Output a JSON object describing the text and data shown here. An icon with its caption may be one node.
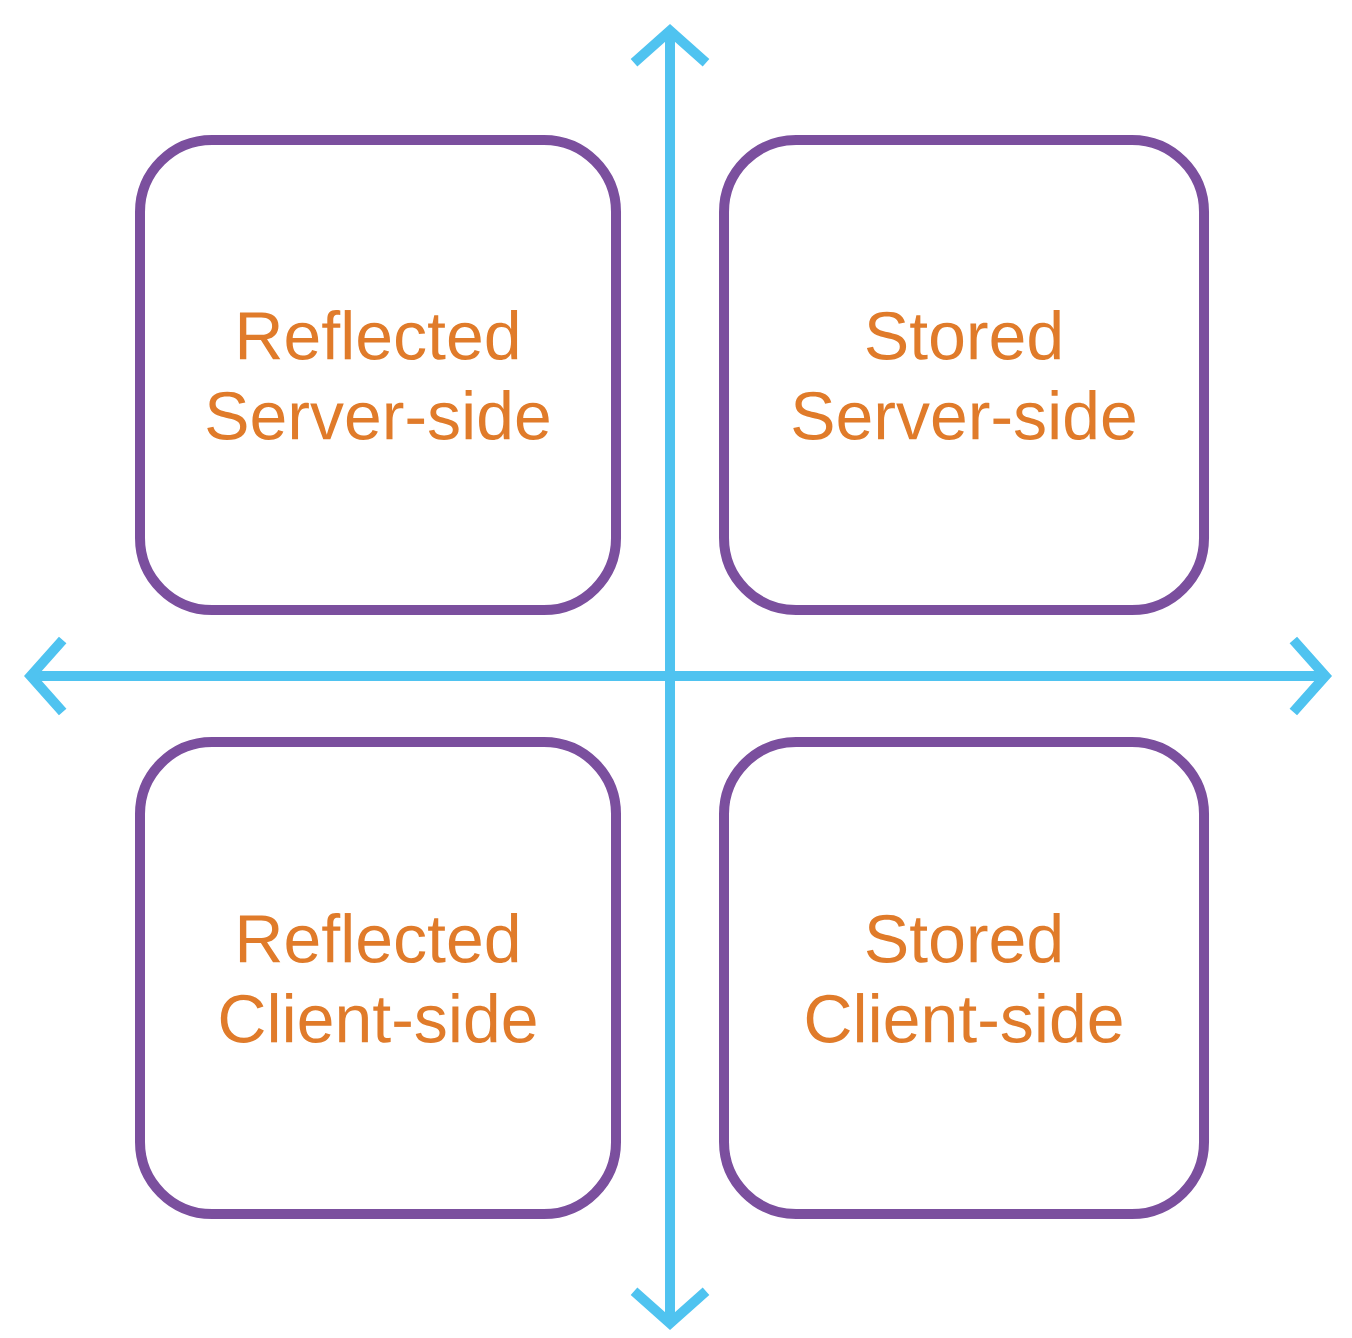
{
  "diagram": {
    "nodes": [
      {
        "text": [
          "Reflected Server-side"
        ]
      },
      {
        "text": [
          "Stored Server-side"
        ]
      },
      {
        "text": [
          "Reflected Client-side"
        ]
      },
      {
        "text": [
          "Stored Client-side"
        ]
      }
    ]
  }
}
